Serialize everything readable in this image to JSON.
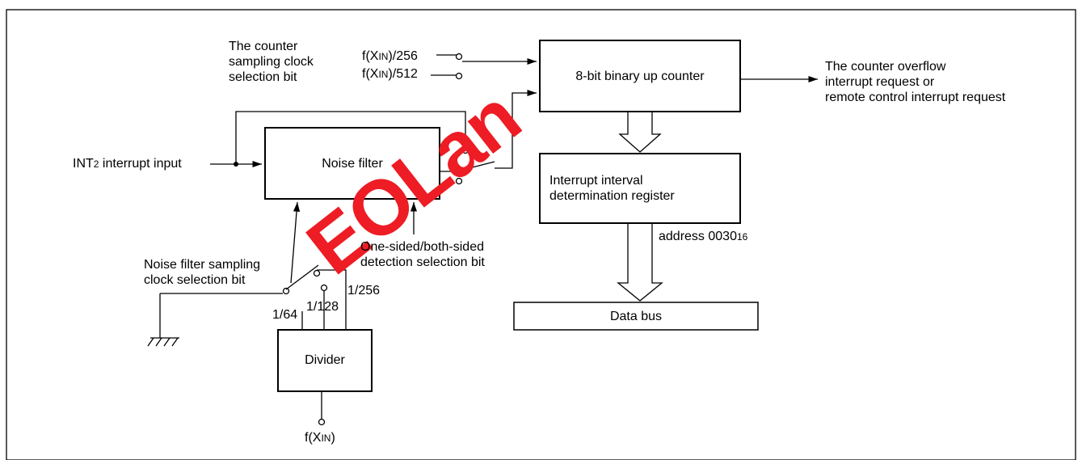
{
  "watermark": "EOLan",
  "labels": {
    "counter_sampling": [
      "The counter",
      "sampling clock",
      "selection bit"
    ],
    "f_256_pre": "f(X",
    "f_256_sub": "IN",
    "f_256_post": ")/256",
    "f_512_pre": "f(X",
    "f_512_sub": "IN",
    "f_512_post": ")/512",
    "counter_box": "8-bit binary up counter",
    "overflow": [
      "The counter overflow",
      "interrupt request or",
      "remote control interrupt request"
    ],
    "int2_pre": "INT",
    "int2_sub": "2",
    "int2_post": " interrupt input",
    "noise_filter": "Noise filter",
    "register_box": [
      "Interrupt interval",
      "determination register"
    ],
    "address_pre": "address 0030",
    "address_sub": "16",
    "one_sided": [
      "One-sided/both-sided",
      "detection selection bit"
    ],
    "noise_sampling": [
      "Noise filter sampling",
      "clock selection bit"
    ],
    "div_64": "1/64",
    "div_128": "1/128",
    "div_256": "1/256",
    "divider_box": "Divider",
    "data_bus": "Data bus",
    "fxin_pre": "f(X",
    "fxin_sub": "IN",
    "fxin_post": ")"
  },
  "colors": {
    "watermark": "#ee1c24",
    "line": "#000000"
  }
}
